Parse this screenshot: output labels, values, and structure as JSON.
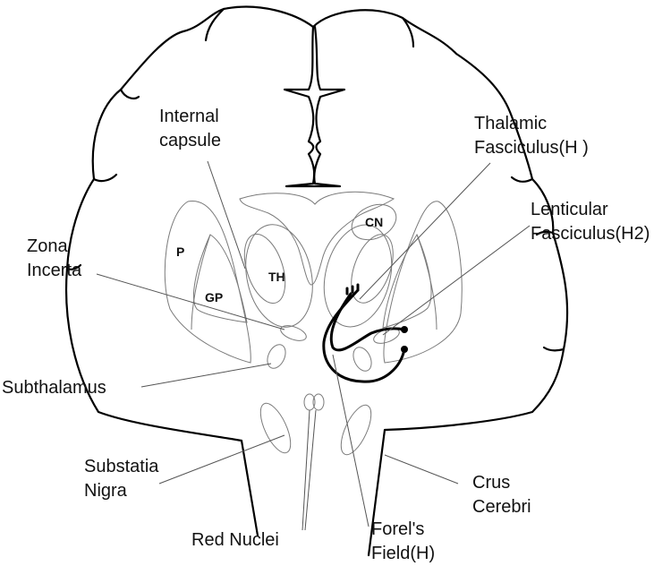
{
  "labels": {
    "internal_capsule": [
      "Internal",
      "capsule"
    ],
    "thalamic_fasciculus": [
      "Thalamic",
      "Fasciculus(H )"
    ],
    "lenticular_fasciculus": [
      "Lenticular",
      "Fasciculus(H2)"
    ],
    "zona_incerta": [
      "Zona",
      "Incerta"
    ],
    "subthalamus": "Subthalamus",
    "substantia_nigra": [
      "Substatia",
      "Nigra"
    ],
    "crus_cerebri": [
      "Crus",
      "Cerebri"
    ],
    "red_nuclei": "Red Nuclei",
    "forels_field": [
      "Forel's",
      "Field(H)"
    ]
  },
  "abbreviations": {
    "putamen": "P",
    "globus_pallidus": "GP",
    "thalamus": "TH",
    "caudate_nucleus": "CN"
  }
}
